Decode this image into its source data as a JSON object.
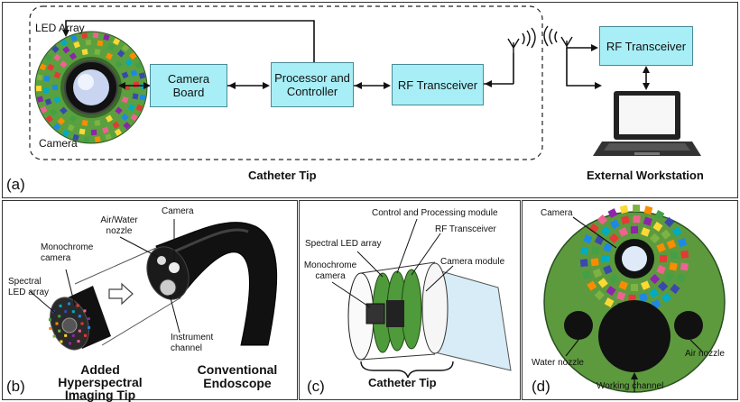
{
  "panel_a": {
    "tag": "(a)",
    "led_array": "LED Array",
    "camera": "Camera",
    "camera_board": "Camera Board",
    "processor": "Processor and Controller",
    "rf_tip": "RF Transceiver",
    "rf_ext": "RF Transceiver",
    "catheter_tip": "Catheter Tip",
    "external": "External Workstation"
  },
  "panel_b": {
    "tag": "(b)",
    "spectral": "Spectral LED array",
    "mono": "Monochrome camera",
    "airwater": "Air/Water nozzle",
    "camera": "Camera",
    "instrument": "Instrument channel",
    "added": "Added Hyperspectral Imaging Tip",
    "conventional": "Conventional Endoscope"
  },
  "panel_c": {
    "tag": "(c)",
    "control": "Control and Processing module",
    "rf": "RF Transceiver",
    "spectral": "Spectral LED array",
    "camera_module": "Camera module",
    "mono": "Monochrome camera",
    "catheter_tip": "Catheter Tip"
  },
  "panel_d": {
    "tag": "(d)",
    "camera": "Camera",
    "water": "Water nozzle",
    "air": "Air nozzle",
    "working": "Working channel"
  },
  "colors": {
    "box_fill": "#a8eef6",
    "pcb_green": "#4f9a3a",
    "endoscope_black": "#111111"
  }
}
